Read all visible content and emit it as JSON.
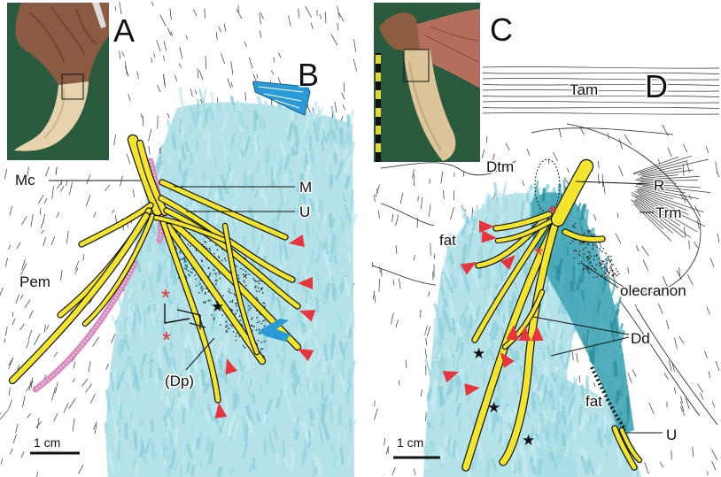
{
  "figure": {
    "left": {
      "panel_a": "A",
      "panel_b": "B",
      "mc": "Mc",
      "m": "M",
      "u": "U",
      "pem": "Pem",
      "dp": "(Dp)",
      "scale": "1 cm"
    },
    "right": {
      "panel_c": "C",
      "panel_d": "D",
      "tam": "Tam",
      "dtm": "Dtm",
      "r": "R",
      "trm": "Trm",
      "fat_upper": "fat",
      "olecranon": "olecranon",
      "dd": "Dd",
      "fat_lower": "fat",
      "u": "U",
      "scale": "1 cm"
    }
  },
  "markers": {
    "asterisk": "*",
    "star": "★"
  },
  "colors": {
    "tissue_blue": "#a8dde5",
    "muscle_teal": "#3fa4b4",
    "nerve_yellow": "#f3e52b",
    "arrowhead_red": "#e8343c",
    "pink_band": "#d98cc0",
    "muscle_blue_b": "#2b9bd8",
    "photo_green": "#2a5a3e"
  }
}
